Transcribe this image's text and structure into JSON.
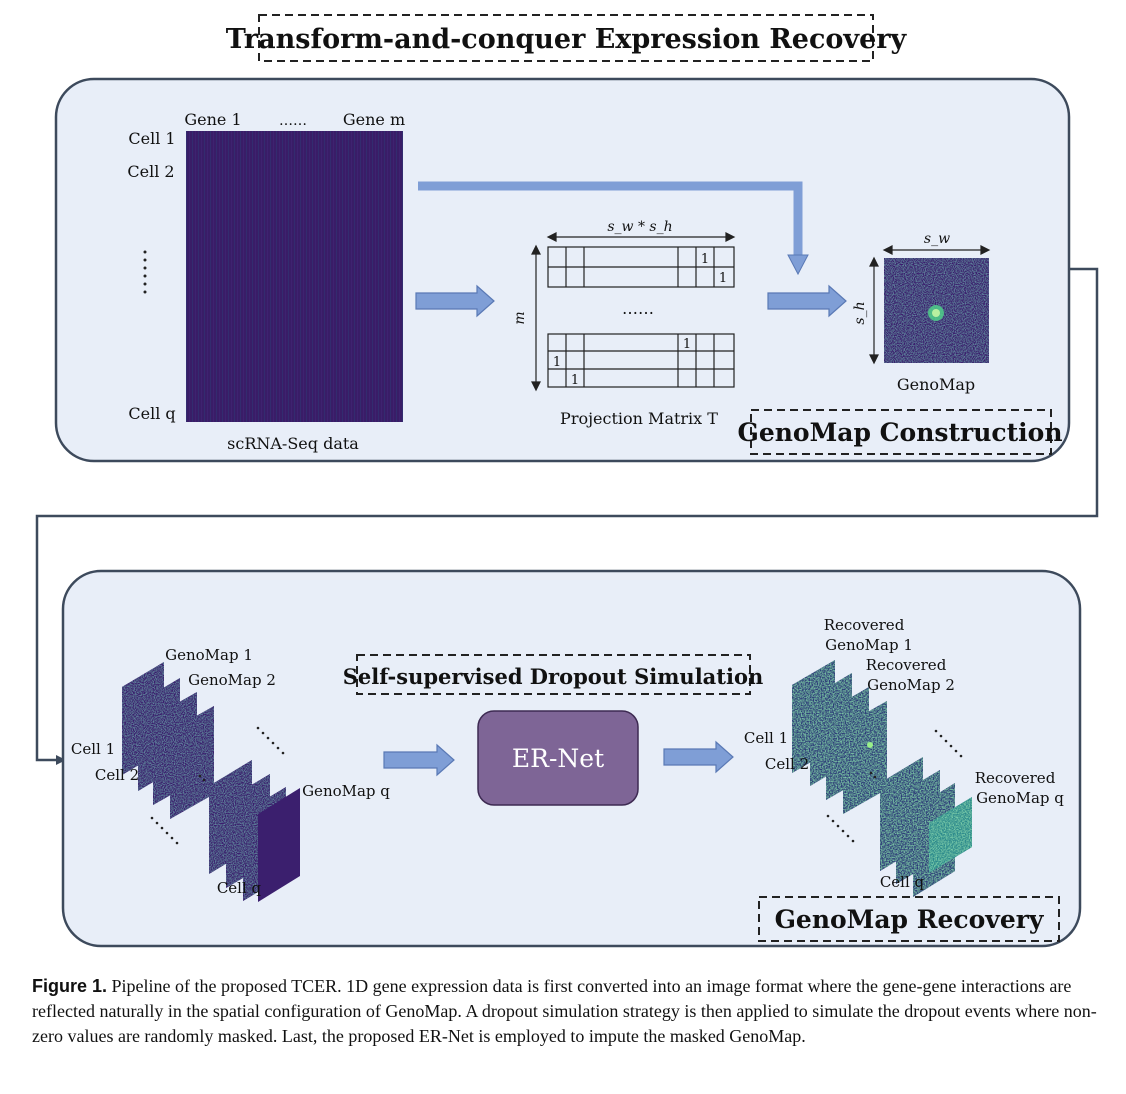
{
  "title": "Transform-and-conquer Expression Recovery",
  "construction": {
    "section_label": "GenoMap Construction",
    "gene_first": "Gene 1",
    "gene_dots": "……",
    "gene_last": "Gene m",
    "cell_1": "Cell 1",
    "cell_2": "Cell 2",
    "cell_q": "Cell q",
    "data_label": "scRNA-Seq data",
    "matrix_label": "Projection Matrix T",
    "matrix_width_label": "s_w * s_h",
    "matrix_height_label": "m",
    "matrix_dots": "……",
    "matrix_ones": [
      "1",
      "1",
      "1",
      "1",
      "1"
    ],
    "genomap_label": "GenoMap",
    "genomap_width_label": "s_w",
    "genomap_height_label": "s_h"
  },
  "recovery": {
    "section_label": "GenoMap Recovery",
    "dropout_label": "Self-supervised Dropout Simulation",
    "network_label": "ER-Net",
    "in_genomap_1": "GenoMap 1",
    "in_genomap_2": "GenoMap 2",
    "in_genomap_q": "GenoMap q",
    "in_cell_1": "Cell 1",
    "in_cell_2": "Cell 2",
    "in_cell_q": "Cell q",
    "out_recovered_1_line1": "Recovered",
    "out_recovered_1_line2": "GenoMap 1",
    "out_recovered_2_line1": "Recovered",
    "out_recovered_2_line2": "GenoMap 2",
    "out_recovered_q_line1": "Recovered",
    "out_recovered_q_line2": "GenoMap q",
    "out_cell_1": "Cell 1",
    "out_cell_2": "Cell 2",
    "out_cell_q": "Cell q"
  },
  "caption": {
    "label": "Figure 1.",
    "text": " Pipeline of the proposed TCER. 1D gene expression data is first converted into an image format where the gene-gene interactions are reflected naturally in the spatial configuration of GenoMap. A dropout simulation strategy is then applied to simulate the dropout events where non-zero values are randomly masked. Last, the proposed ER-Net is employed to impute the masked GenoMap."
  },
  "colors": {
    "panel_fill": "#e8eef8",
    "panel_stroke": "#3d4a5c",
    "arrow_fill": "#7f9ed6",
    "arrow_stroke": "#5a79b5",
    "network_fill": "#7e6596",
    "map_dark": "#3b1f6e",
    "map_green": "#4fd08a",
    "map_teal": "#2a8a8c"
  }
}
